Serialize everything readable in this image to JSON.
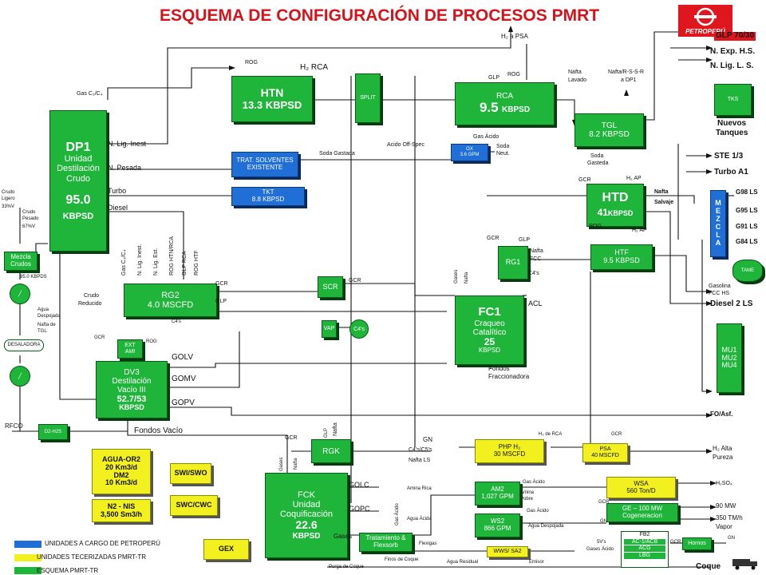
{
  "title": "ESQUEMA DE CONFIGURACIÓN  DE PROCESOS PMRT",
  "logo": "PETROPERÚ",
  "colors": {
    "green": "#1fb53a",
    "blue": "#1f6fd6",
    "yellow": "#f3f020",
    "title": "#d4141b"
  },
  "units": {
    "dp1": {
      "name": "DP1",
      "l1": "Unidad",
      "l2": "Destilación",
      "l3": "Crudo",
      "cap": "95.0",
      "capu": "KBPSD"
    },
    "htn": {
      "name": "HTN",
      "cap": "13.3 KBPSD"
    },
    "split": {
      "name": "SPLIT"
    },
    "rca": {
      "name": "RCA",
      "cap": "9.5",
      "capu": "KBPSD"
    },
    "tgl": {
      "name": "TGL",
      "cap": "8.2 KBPSD"
    },
    "trat": {
      "l1": "TRAT. SOLVENTES",
      "l2": "EXISTENTE"
    },
    "tkt": {
      "name": "TKT",
      "cap": "8.8 KBPSD"
    },
    "ox": {
      "name": "OX",
      "cap": "3.6 GPM"
    },
    "htd": {
      "name": "HTD",
      "cap": "41",
      "capu": "KBPSD"
    },
    "htf": {
      "name": "HTF",
      "cap": "9.5 KBPSD"
    },
    "rg1": {
      "name": "RG1"
    },
    "rg2": {
      "name": "RG2",
      "cap": "4.0 MSCFD"
    },
    "scr": {
      "name": "SCR"
    },
    "fc1": {
      "name": "FC1",
      "l1": "Craqueo",
      "l2": "Catalítico",
      "cap": "25",
      "capu": "KBPSD"
    },
    "vap": {
      "name": "VAP"
    },
    "c4s": {
      "name": "C4's"
    },
    "ext": {
      "l1": "EXT",
      "l2": "AMI"
    },
    "dv3": {
      "name": "DV3",
      "l1": "Destilación",
      "l2": "Vacío III",
      "cap": "52.7/53",
      "capu": "KBPSD"
    },
    "mezcla": {
      "l1": "Mezcla",
      "l2": "Crudos"
    },
    "desaladora": {
      "name": "DESALADORA"
    },
    "d2hs": {
      "name": "D2-H2S"
    },
    "rgk": {
      "name": "RGK"
    },
    "fck": {
      "name": "FCK",
      "l1": "Unidad",
      "l2": "Coquificación",
      "cap": "22.6",
      "capu": "KBPSD"
    },
    "tratflex": {
      "l1": "Tratamiento &",
      "l2": "Flexsorb"
    },
    "phph2": {
      "name": "PHP H₂",
      "cap": "30 MSCFD"
    },
    "psa": {
      "name": "PSA",
      "cap": "40 MSCFD"
    },
    "am2": {
      "name": "AM2",
      "cap": "1,027 GPM"
    },
    "ws2": {
      "name": "WS2",
      "cap": "866 GPM"
    },
    "wsa": {
      "name": "WSA",
      "cap": "560 Ton/D"
    },
    "ge": {
      "name": "GE – 100 MW",
      "l1": "Cogeneracion"
    },
    "fb2": {
      "name": "FB2"
    },
    "hornos": {
      "name": "Hornos"
    },
    "wwsa2": {
      "name": "WWS/ SA2"
    },
    "mezcla_col": {
      "letters": [
        "M",
        "E",
        "Z",
        "C",
        "L",
        "A"
      ]
    },
    "tame": {
      "name": "TAME"
    },
    "tks": {
      "name": "TKS"
    },
    "mu": {
      "l1": "MU1",
      "l2": "MU2",
      "l3": "MU4"
    },
    "agua": {
      "l1": "AGUA-OR2",
      "l2": "20 Km3/d",
      "l3": "DM2",
      "l4": "10 Km3/d"
    },
    "n2": {
      "l1": "N2  -  NIS",
      "l2": "3,500 Sm3/h"
    },
    "swi": {
      "name": "SWI/SWO"
    },
    "swc": {
      "name": "SWC/CWC"
    },
    "gex": {
      "name": "GEX"
    }
  },
  "products": {
    "glp7030": "GLP 70/30",
    "nexp": "N. Exp. H.S.",
    "nlig": "N. Lig. L. S.",
    "nuevos1": "Nuevos",
    "nuevos2": "Tanques",
    "ste": "STE 1/3",
    "turbo": "Turbo A1",
    "g98": "G98 LS",
    "g95": "G95 LS",
    "g91": "G91 LS",
    "g84": "G84 LS",
    "gasfcc1": "Gasolina",
    "gasfcc2": "FCC HS",
    "diesel2": "Diesel 2 LS",
    "foasf": "FO/Asf.",
    "h2alta1": "H₂ Alta",
    "h2alta2": "Pureza",
    "h2so4": "H₂SO₄",
    "mw90": "90 MW",
    "tmh1": "350 TM/h",
    "tmh2": "Vapor",
    "coque": "Coque"
  },
  "labels": {
    "h2apsa": "H₂ a PSA",
    "rog1": "ROG",
    "h2rca": "H₂  RCA",
    "gasc3c4": "Gas C₃/C₄",
    "glp1": "GLP",
    "rog2": "ROG",
    "naftalavado1": "Nafta",
    "naftalavado2": "Lavado",
    "nrsr1": "Nafta/R-S-S-R",
    "nrsr2": "a DP1",
    "nliginest": "N. Lig. Inest",
    "npesada": "N. Pesada",
    "turbo": "Turbo",
    "diesel": "Diesel",
    "sodagast": "Soda Gastada",
    "acidooff": "Acido Off-Spec",
    "gasacido1": "Gas Ácido",
    "sodaneut1": "Soda",
    "sodaneut2": "Neut.",
    "sodagas2a": "Soda",
    "sodagas2b": "Gasteda",
    "gcr1": "GCR",
    "h2ap1": "H₂ AP",
    "naftasalv1": "Nafta",
    "naftasalv2": "Salvaje",
    "rog3": "ROG",
    "h2ap2": "H₂ AP",
    "gcr2": "GCR",
    "glp2": "GLP",
    "naftafcc1": "Nafta",
    "naftafcc2": "FCC",
    "c4s2": "C4's",
    "vgasc3c4": "Gas C₃/C₄",
    "vnliginst": "N. Lig. Inest.",
    "vnligest": "N. Lig. Est.",
    "vroghtn": "ROG HTN/RCA",
    "vglprca": "GLP RCA",
    "vroghtf": "ROG HTF",
    "gcr3": "GCR",
    "glp3": "GLP",
    "gcr4": "GCR",
    "c4s3": "C4's",
    "gases1": "Gases",
    "nafta1": "Nafta",
    "acl": "ACL",
    "fondosfrac1": "Fondos",
    "fondosfrac2": "Fraccionadora",
    "crudored1": "Crudo",
    "crudored2": "Reducido",
    "gcr5": "GCR",
    "rog4": "ROG",
    "golv": "GOLV",
    "gomv": "GOMV",
    "gopv": "GOPV",
    "fondosvacio": "Fondos Vacío",
    "crudoligero1": "Crudo",
    "crudoligero2": "Ligero",
    "crudoligero3": "33%V",
    "crudopesado1": "Crudo",
    "crudopesado2": "Pesado",
    "crudopesado3": "67%V",
    "kbpds": "95.0  KBPDS",
    "aguadesp1": "Agua",
    "aguadesp2": "Despojada",
    "naftatgl1": "Nafta de",
    "naftatgl2": "TGL",
    "rfco": "RFCO",
    "gcr6": "GCR",
    "glp4": "GLP",
    "nafta2": "Nafta",
    "gases2": "Gases",
    "nafta3": "Nafta",
    "golc": "GOLC",
    "gopc": "GOPC",
    "gases3": "Gases",
    "gasacido2": "Gas Ácido",
    "flexigas": "Flexigas",
    "finoscoque": "Finos de Coque",
    "purgacoque": "Purga de Coque",
    "gn1": "GN",
    "c4c5": "C4's/C5's",
    "naftals": "Nafta LS",
    "h2rca2": "H₂ de RCA",
    "gcr7": "GCR",
    "aminarica": "Amina Rica",
    "gasacido3": "Gas Ácido",
    "aminapobre1": "Amina",
    "aminapobre2": "Pobre",
    "aguaacida": "Agua Ácida",
    "gasacido4": "Gas Ácido",
    "aguadesp3": "Agua Despojada",
    "aguaresidual": "Agua Residual",
    "emisor": "Emisor",
    "gcr8": "GCR",
    "gn2": "GN",
    "gases4a": "5V's",
    "gases4b": "Gases Ácido",
    "gcr9": "GCR",
    "gn3": "GN"
  },
  "fb2_items": [
    "AC-1/ACB",
    "ACG",
    "LBG"
  ],
  "legend": [
    {
      "color": "#1f6fd6",
      "text": "UNIDADES A CARGO DE PETROPERÚ"
    },
    {
      "color": "#f3f020",
      "text": "UNIDADES TECERIZADAS PMRT-TR"
    },
    {
      "color": "#1fb53a",
      "text": "ESQUEMA PMRT-TR"
    }
  ]
}
